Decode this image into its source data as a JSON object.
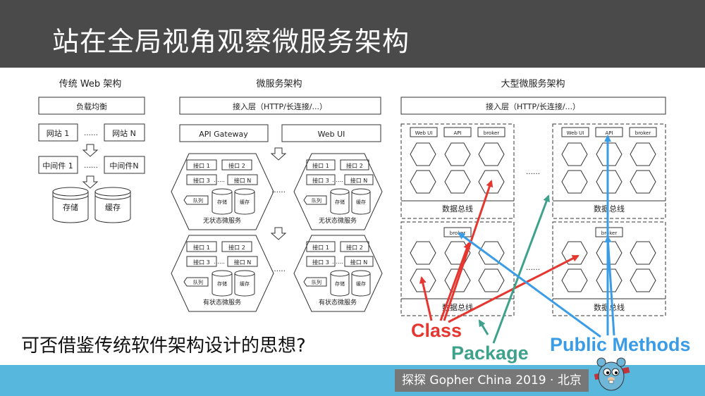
{
  "slide": {
    "title": "站在全局视角观察微服务架构",
    "question": "可否借鉴传统软件架构设计的思想?",
    "footer": "探探 Gopher China 2019 · 北京"
  },
  "traditional": {
    "title": "传统 Web 架构",
    "load_balancer": "负载均衡",
    "site1": "网站 1",
    "siteN": "网站 N",
    "mid1": "中间件 1",
    "midN": "中间件N",
    "ellipsis": "……",
    "storage": "存储",
    "cache": "缓存"
  },
  "micro": {
    "title": "微服务架构",
    "access_layer": "接入层（HTTP/长连接/...）",
    "gateway": "API Gateway",
    "webui": "Web UI",
    "if1": "接口 1",
    "if2": "接口 2",
    "if3": "接口 3",
    "ifN": "接口 N",
    "dots": "……",
    "queue": "队列",
    "store": "存储",
    "cache": "缓存",
    "stateless": "无状态微服务",
    "stateful": "有状态微服务"
  },
  "large": {
    "title": "大型微服务架构",
    "access_layer": "接入层（HTTP/长连接/...）",
    "webui": "Web UI",
    "api": "API",
    "broker": "broker",
    "bus": "数据总线",
    "dots": "……"
  },
  "arrows": {
    "class_label": "Class",
    "package_label": "Package",
    "public_label": "Public Methods"
  },
  "colors": {
    "title_bg": "#4a4a4a",
    "footer_bg": "#58b7dc",
    "class": "#e5362f",
    "package": "#3ea18c",
    "public": "#3a9ce6"
  }
}
